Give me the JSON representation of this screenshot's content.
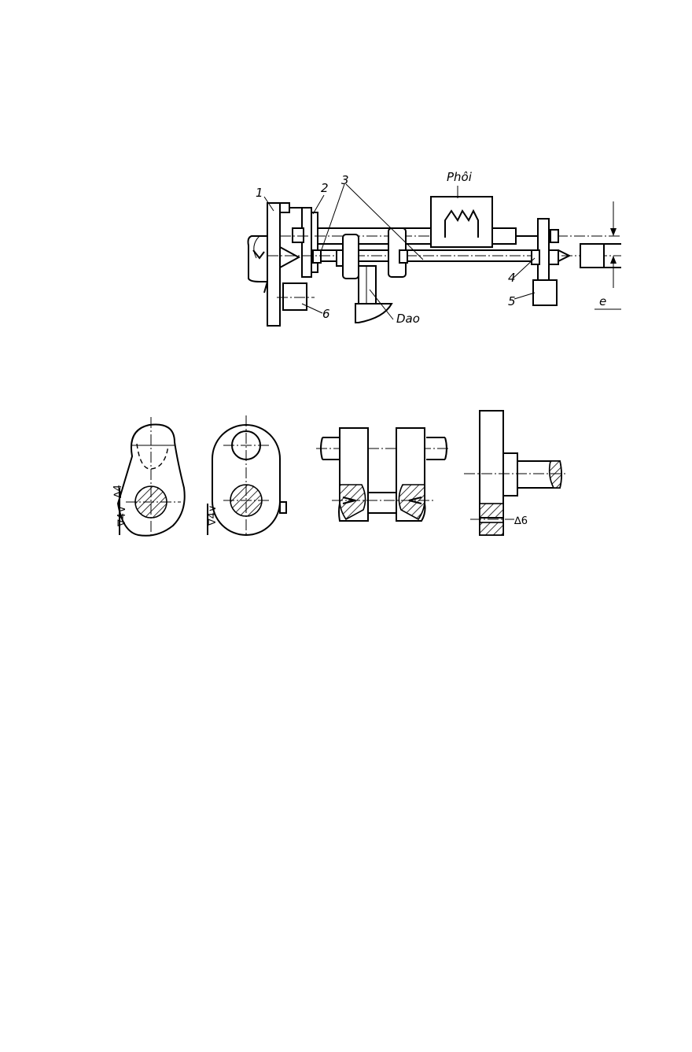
{
  "figure_top": {
    "labels": {
      "part1": "1",
      "part2": "2",
      "part3": "3",
      "part4": "4",
      "part5": "5",
      "part6": "6",
      "workpiece": "Phôi",
      "tool": "Dao",
      "eccentricity": "e"
    }
  },
  "figure_bottom": {
    "symbols": {
      "fixture_a_top": "∆4",
      "fixture_a_side": "∇4∨",
      "fixture_b_side": "∇4∨",
      "fixture_d": "∆6"
    }
  }
}
